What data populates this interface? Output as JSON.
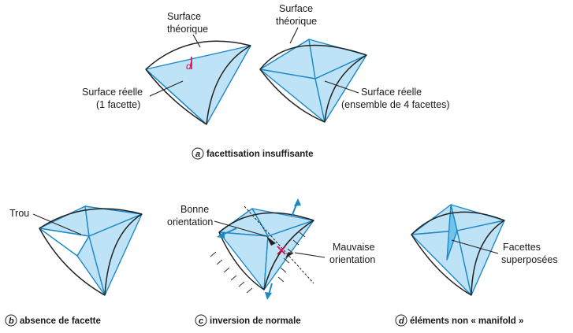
{
  "panel_a": {
    "left": {
      "label_surface": "Surface",
      "label_theorique": "théorique",
      "label_reelle": "Surface réelle",
      "label_facettes": "(1 facette)",
      "label_d": "d"
    },
    "right": {
      "label_surface": "Surface",
      "label_theorique": "théorique",
      "label_reelle": "Surface réelle",
      "label_facettes": "(ensemble de 4 facettes)"
    },
    "caption_letter": "a",
    "caption": "facettisation insuffisante"
  },
  "panel_b": {
    "label_trou": "Trou",
    "caption_letter": "b",
    "caption": "absence de facette"
  },
  "panel_c": {
    "label_bonne_1": "Bonne",
    "label_bonne_2": "orientation",
    "label_mauvaise_1": "Mauvaise",
    "label_mauvaise_2": "orientation",
    "caption_letter": "c",
    "caption": "inversion de normale"
  },
  "panel_d": {
    "label_facettes_1": "Facettes",
    "label_facettes_2": "superposées",
    "caption_letter": "d",
    "caption": "éléments non « manifold »"
  },
  "colors": {
    "facet_fill": "#bfe3f6",
    "facet_edge": "#1c88c7",
    "highlight_red": "#e0004a"
  }
}
